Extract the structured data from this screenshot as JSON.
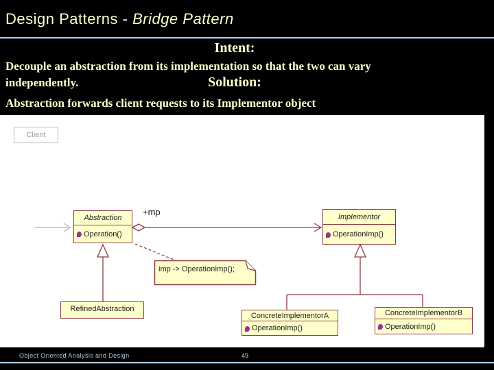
{
  "slide": {
    "title_prefix": "Design Patterns - ",
    "title_emphasis": "Bridge Pattern",
    "intent_heading": "Intent:",
    "intent_line1": "Decouple an abstraction from its implementation so that the two can vary",
    "intent_line2": "independently.",
    "solution_heading": "Solution:",
    "solution_text": "Abstraction forwards client requests to its Implementor object"
  },
  "diagram": {
    "client": {
      "label": "Client"
    },
    "association_label": "+mp",
    "classes": {
      "abstraction": {
        "name": "Abstraction",
        "operation": "Operation()"
      },
      "implementor": {
        "name": "Implementor",
        "operation": "OperationImp()"
      },
      "refined_abstraction": {
        "name": "RefinedAbstraction"
      },
      "concrete_implementor_a": {
        "name": "ConcreteImplementorA",
        "operation": "OperationImp()"
      },
      "concrete_implementor_b": {
        "name": "ConcreteImplementorB",
        "operation": "OperationImp()"
      }
    },
    "note": {
      "text": "imp -> OperationImp();"
    }
  },
  "footer": {
    "left_text": "Object Oriented Analysis and Design",
    "page_number": "49"
  },
  "colors": {
    "slide_background": "#000000",
    "title_text": "#ffffcc",
    "body_text": "#ffffcc",
    "divider_blue": "#a9c6dd",
    "footer_text": "#b9ccda",
    "diagram_background": "#ffffff",
    "class_fill": "#ffffcc",
    "class_border": "#8e3b44",
    "operation_icon": "#9a2f96",
    "client_gray": "#9b9b9b"
  }
}
